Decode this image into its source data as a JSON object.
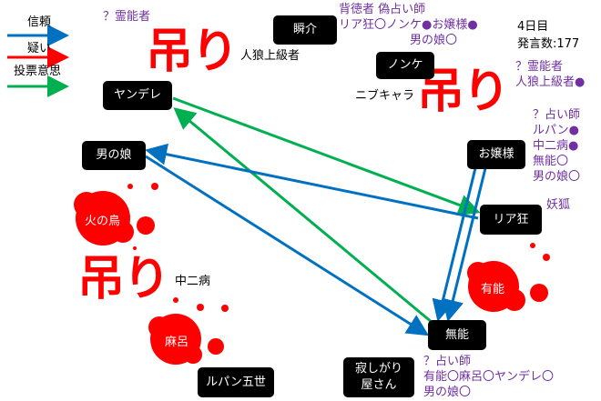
{
  "legend": {
    "trust": "信頼",
    "doubt": "疑い",
    "vote": "投票意思"
  },
  "colors": {
    "trust": "#0070c0",
    "doubt": "#ff0000",
    "vote": "#00b050",
    "note": "#7030a0"
  },
  "status": {
    "day": "4日目",
    "posts": "発言数:177"
  },
  "players": {
    "shunsuke": "瞬介",
    "nonke": "ノンケ",
    "yandere": "ヤンデレ",
    "otokonoko": "男の娘",
    "ojousama": "お嬢様",
    "riakyou": "リア狂",
    "yuunou": "有能",
    "munou": "無能",
    "hinotori": "火の鳥",
    "maro": "麻呂",
    "lupin": "ルパン五世",
    "sabishigari": "寂しがり\n屋さん",
    "jinrou": "人狼上級者",
    "nibukyara": "ニブキャラ",
    "chuunibyou": "中二病"
  },
  "hanged": "吊り",
  "notes": {
    "yandere_role": "？霊能者",
    "nonke_claim": "背徳者 偽占い師\nリア狂〇ノンケ●お嬢様●\n　　　　　　男の娘〇",
    "medium2": "？霊能者\n人狼上級者●",
    "seer1": "？占い師\nルパン●\n中二病●\n無能〇\n男の娘〇",
    "fox": "妖狐",
    "seer2": "？占い師\n有能〇麻呂〇ヤンデレ〇\n男の娘〇"
  }
}
